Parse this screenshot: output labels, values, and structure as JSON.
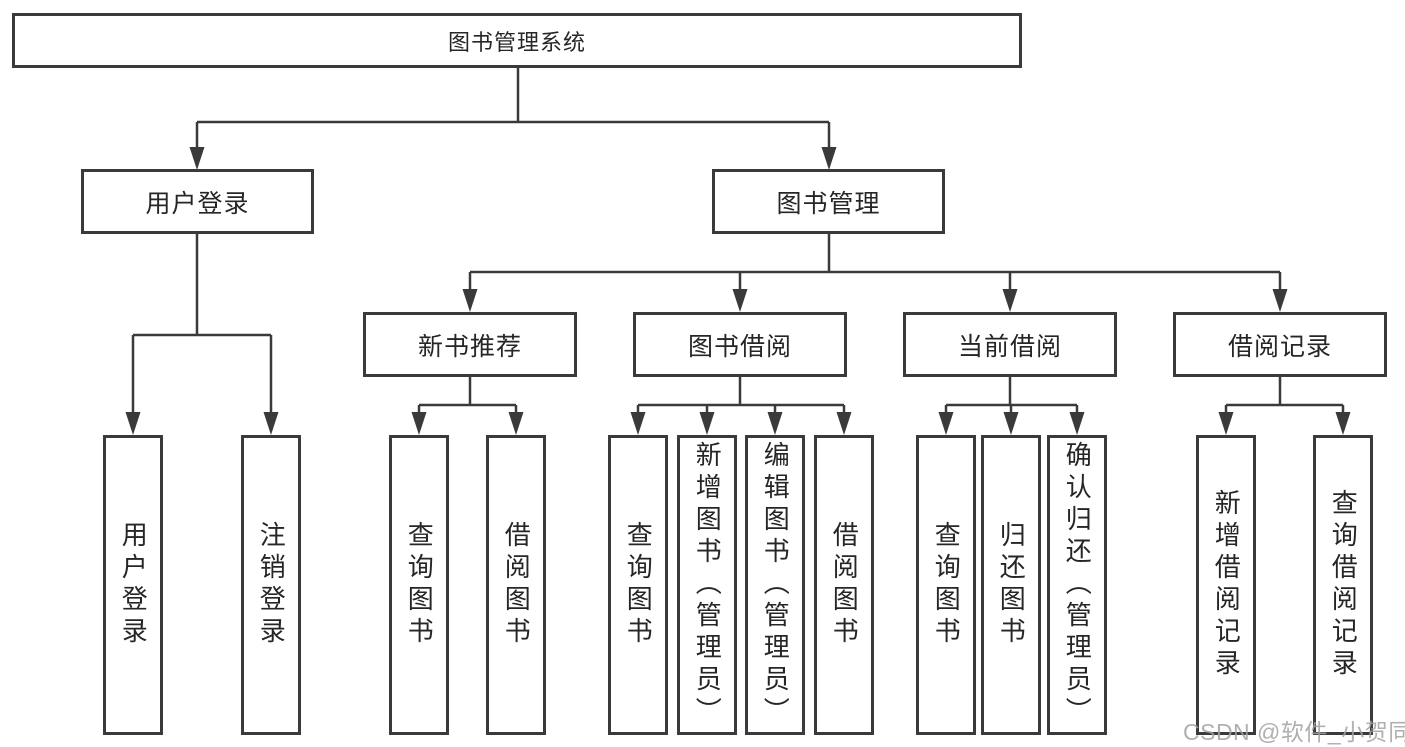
{
  "tree": {
    "label": "图书管理系统",
    "children": [
      {
        "label": "用户登录",
        "children": [
          {
            "label": "用户登录"
          },
          {
            "label": "注销登录"
          }
        ]
      },
      {
        "label": "图书管理",
        "children": [
          {
            "label": "新书推荐",
            "children": [
              {
                "label": "查询图书"
              },
              {
                "label": "借阅图书"
              }
            ]
          },
          {
            "label": "图书借阅",
            "children": [
              {
                "label": "查询图书"
              },
              {
                "label": "新增图书（管理员）"
              },
              {
                "label": "编辑图书（管理员）"
              },
              {
                "label": "借阅图书"
              }
            ]
          },
          {
            "label": "当前借阅",
            "children": [
              {
                "label": "查询图书"
              },
              {
                "label": "归还图书"
              },
              {
                "label": "确认归还（管理员）"
              }
            ]
          },
          {
            "label": "借阅记录",
            "children": [
              {
                "label": "新增借阅记录"
              },
              {
                "label": "查询借阅记录"
              }
            ]
          }
        ]
      }
    ]
  },
  "watermark": {
    "text": "CSDN @软件_小贺同学"
  },
  "colors": {
    "line": "#3a3a3a",
    "text": "#262626",
    "watermark": "#a3a3a3",
    "bg": "#ffffff"
  }
}
